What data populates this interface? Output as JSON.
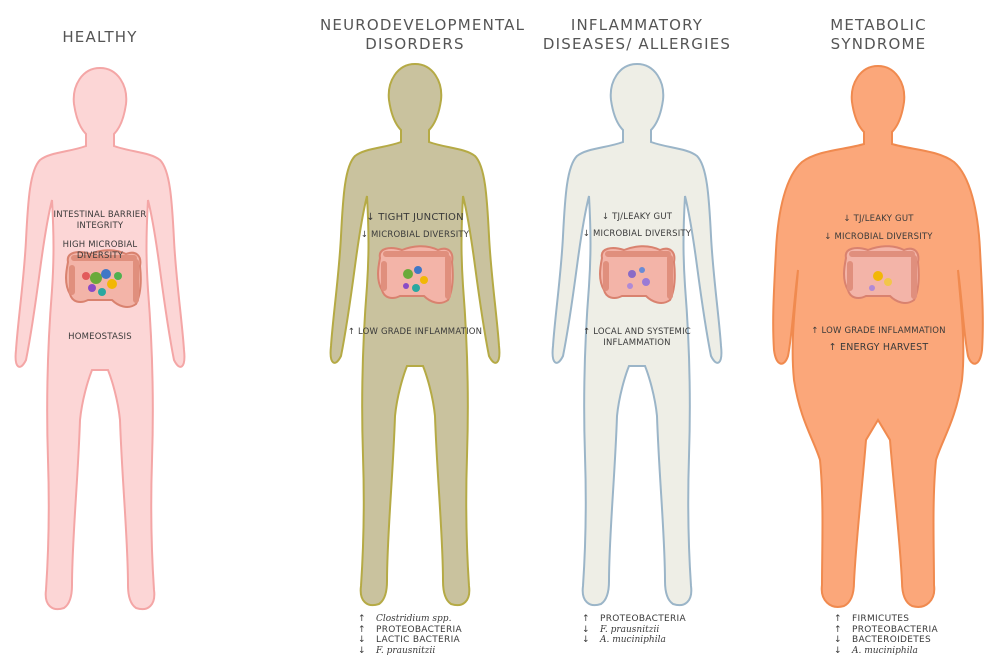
{
  "panels": [
    {
      "title": [
        "HEALTHY"
      ],
      "annotations": [
        "INTESTINAL BARRIER",
        "INTEGRITY",
        "HIGH MICROBIAL",
        "DIVERSITY",
        "HOMEOSTASIS"
      ],
      "legend": [],
      "colors": {
        "fill": "#fcd6d6",
        "stroke": "#f4a6a6"
      }
    },
    {
      "title": [
        "NEURODEVELOPMENTAL",
        "DISORDERS"
      ],
      "annotations": [
        "↓ TIGHT JUNCTION",
        "↓ MICROBIAL DIVERSITY",
        "↑ LOW GRADE INFLAMMATION"
      ],
      "legend": [
        {
          "arrow": "↑",
          "text": "Clostridium spp.",
          "italic": true
        },
        {
          "arrow": "↑",
          "text": "PROTEOBACTERIA",
          "italic": false
        },
        {
          "arrow": "↓",
          "text": "LACTIC BACTERIA",
          "italic": false
        },
        {
          "arrow": "↓",
          "text": "F. prausnitzii",
          "italic": true
        }
      ],
      "colors": {
        "fill": "#c9c29e",
        "stroke": "#b5aa45"
      }
    },
    {
      "title": [
        "INFLAMMATORY",
        "DISEASES/ ALLERGIES"
      ],
      "annotations": [
        "↓ TJ/LEAKY GUT",
        "↓ MICROBIAL DIVERSITY",
        "↑ LOCAL and SYSTEMIC",
        "INFLAMMATION"
      ],
      "legend": [
        {
          "arrow": "↑",
          "text": "PROTEOBACTERIA",
          "italic": false
        },
        {
          "arrow": "↓",
          "text": "F. prausnitzii",
          "italic": true
        },
        {
          "arrow": "↓",
          "text": "A. muciniphila",
          "italic": true
        }
      ],
      "colors": {
        "fill": "#eeeee6",
        "stroke": "#9bb5c8"
      }
    },
    {
      "title": [
        "METABOLIC",
        "SYNDROME"
      ],
      "annotations": [
        "↓ TJ/LEAKY GUT",
        "↓ MICROBIAL DIVERSITY",
        "↑ LOW GRADE INFLAMMATION",
        "↑ ENERGY HARVEST"
      ],
      "legend": [
        {
          "arrow": "↑",
          "text": "FIRMICUTES",
          "italic": false
        },
        {
          "arrow": "↑",
          "text": "PROTEOBACTERIA",
          "italic": false
        },
        {
          "arrow": "↓",
          "text": "BACTEROIDETES",
          "italic": false
        },
        {
          "arrow": "↓",
          "text": "A. muciniphila",
          "italic": true
        }
      ],
      "colors": {
        "fill": "#fba77a",
        "stroke": "#f08a4f"
      }
    }
  ]
}
